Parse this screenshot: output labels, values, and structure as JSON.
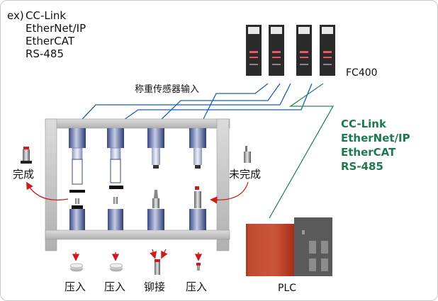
{
  "example_prefix": "ex)",
  "protocols_example": [
    "CC-Link",
    "EtherNet/IP",
    "EtherCAT",
    "RS-485"
  ],
  "controller_label": "FC400",
  "sensor_input_label": "称重传感器输入",
  "protocols_highlight": [
    "CC-Link",
    "EtherNet/IP",
    "EtherCAT",
    "RS-485"
  ],
  "highlight_color": "#1e7a4e",
  "status_left": "完成",
  "status_right": "未完成",
  "operations": [
    "压入",
    "压入",
    "铆接",
    "压入"
  ],
  "plc_label": "PLC",
  "wire_color_blue": "#1a5ea8",
  "wire_color_green": "#2b8a57",
  "arrow_color": "#c81e1e"
}
